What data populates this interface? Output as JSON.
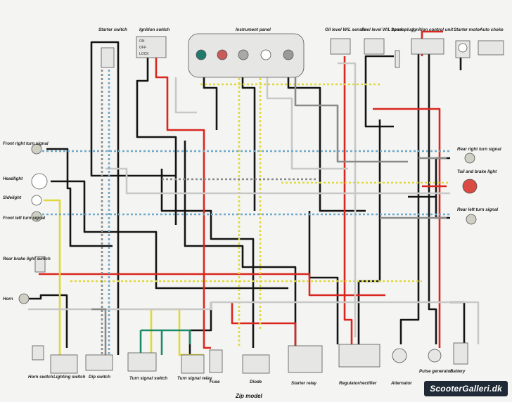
{
  "diagram": {
    "title": "Zip model",
    "components": {
      "starter_switch": "Starter switch",
      "ignition_switch": "Ignition switch",
      "instrument_panel": "Instrument panel",
      "oil_level_sensor": "Oil level W/L sensor",
      "fuel_level_sensor": "Fuel level W/L sensor",
      "spark_plug": "Spark plug",
      "ignition_control_unit": "Ignition control unit",
      "starter_motor": "Starter motor",
      "auto_choke": "Auto choke",
      "front_right_turn": "Front right turn signal",
      "headlight": "Headlight",
      "sidelight": "Sidelight",
      "front_left_turn": "Front left turn signal",
      "rear_brake_switch": "Rear brake light switch",
      "horn": "Horn",
      "horn_switch": "Horn switch",
      "lighting_switch": "Lighting switch",
      "dip_switch": "Dip switch",
      "turn_signal_switch": "Turn signal switch",
      "turn_signal_relay": "Turn signal relay",
      "fuse": "Fuse",
      "diode": "Diode",
      "starter_relay": "Starter relay",
      "regulator_rectifier": "Regulator/rectifier",
      "alternator": "Alternator",
      "pulse_generator": "Pulse generator",
      "battery": "Battery",
      "rear_right_turn": "Rear right turn signal",
      "tail_brake_light": "Tail and brake light",
      "rear_left_turn": "Rear left turn signal"
    },
    "ignition_positions": [
      "ON",
      "OFF",
      "LOCK"
    ],
    "watermark": "ScooterGalleri.dk"
  },
  "colors": {
    "black": "#141414",
    "red": "#d9271f",
    "yellow": "#e0d83a",
    "white": "#c8c8c8",
    "grey": "#8a8a8a",
    "green": "#1e8a6a",
    "blue": "#6fa8c8"
  }
}
